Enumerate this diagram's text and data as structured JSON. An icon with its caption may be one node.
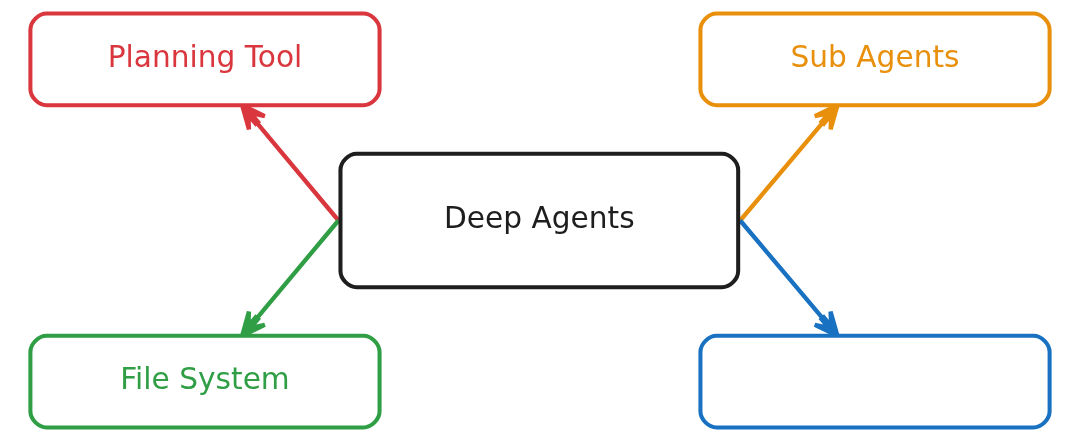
{
  "diagram": {
    "nodes": [
      {
        "text": [
          "Planning Tool"
        ]
      },
      {
        "text": [
          "Sub Agents"
        ]
      },
      {
        "text": [
          "Deep Agents"
        ]
      },
      {
        "text": [
          "File System"
        ]
      },
      {
        "text": [],
        "shape": "box"
      }
    ],
    "edges": [
      {
        "from": 2,
        "to": 0,
        "arrow": "to",
        "color": "#d9363e"
      },
      {
        "from": 2,
        "to": 3,
        "arrow": "to",
        "color": "#2f9e44"
      },
      {
        "from": 2,
        "to": 1,
        "arrow": "to",
        "color": "#e8900c"
      },
      {
        "from": 2,
        "to": 4,
        "arrow": "to",
        "color": "#1971c2"
      }
    ]
  }
}
